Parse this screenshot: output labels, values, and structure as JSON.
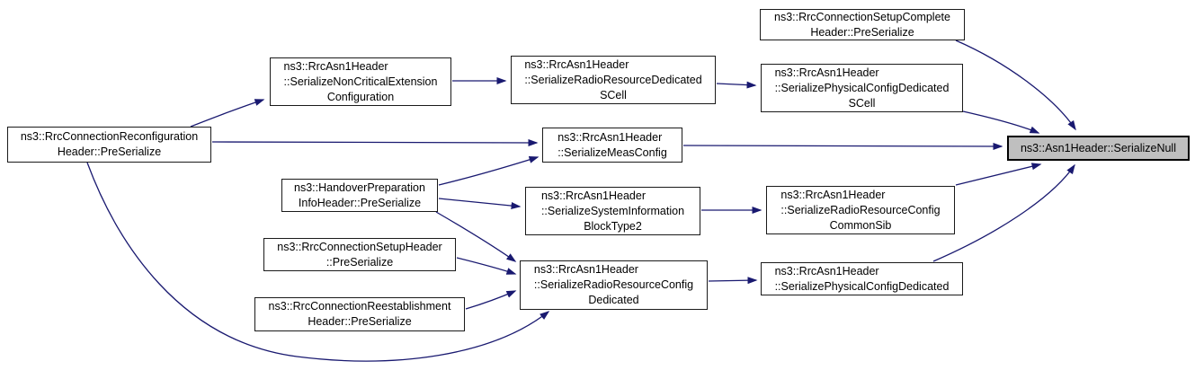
{
  "diagram": {
    "type": "doxygen-call-graph",
    "colors": {
      "edge": "#191970",
      "node_border": "#1a1a1a",
      "node_fill": "#ffffff",
      "highlight_fill": "#bfbfbf",
      "text": "#000000",
      "background": "#ffffff"
    },
    "highlighted_node": "serializenull",
    "nodes": {
      "reconfig": {
        "lines": [
          "ns3::RrcConnectionReconfiguration",
          "Header::PreSerialize"
        ]
      },
      "noncritical": {
        "lines": [
          "ns3::RrcAsn1Header",
          "::SerializeNonCriticalExtension",
          "Configuration"
        ]
      },
      "radioresdedscell": {
        "lines": [
          "ns3::RrcAsn1Header",
          "::SerializeRadioResourceDedicated",
          "SCell"
        ]
      },
      "setupcomplete": {
        "lines": [
          "ns3::RrcConnectionSetupComplete",
          "Header::PreSerialize"
        ]
      },
      "physdedscell": {
        "lines": [
          "ns3::RrcAsn1Header",
          "::SerializePhysicalConfigDedicated",
          "SCell"
        ]
      },
      "serializenull": {
        "lines": [
          "ns3::Asn1Header::SerializeNull"
        ]
      },
      "measconfig": {
        "lines": [
          "ns3::RrcAsn1Header",
          "::SerializeMeasConfig"
        ]
      },
      "handover": {
        "lines": [
          "ns3::HandoverPreparation",
          "InfoHeader::PreSerialize"
        ]
      },
      "sysinfo": {
        "lines": [
          "ns3::RrcAsn1Header",
          "::SerializeSystemInformation",
          "BlockType2"
        ]
      },
      "commonsib": {
        "lines": [
          "ns3::RrcAsn1Header",
          "::SerializeRadioResourceConfig",
          "CommonSib"
        ]
      },
      "setupheader": {
        "lines": [
          "ns3::RrcConnectionSetupHeader",
          "::PreSerialize"
        ]
      },
      "dedicated": {
        "lines": [
          "ns3::RrcAsn1Header",
          "::SerializeRadioResourceConfig",
          "Dedicated"
        ]
      },
      "physded": {
        "lines": [
          "ns3::RrcAsn1Header",
          "::SerializePhysicalConfigDedicated"
        ]
      },
      "reestablish": {
        "lines": [
          "ns3::RrcConnectionReestablishment",
          "Header::PreSerialize"
        ]
      }
    },
    "edges": [
      {
        "from": "reconfig",
        "to": "noncritical"
      },
      {
        "from": "reconfig",
        "to": "measconfig"
      },
      {
        "from": "reconfig",
        "to": "dedicated"
      },
      {
        "from": "noncritical",
        "to": "radioresdedscell"
      },
      {
        "from": "radioresdedscell",
        "to": "physdedscell"
      },
      {
        "from": "physdedscell",
        "to": "serializenull"
      },
      {
        "from": "setupcomplete",
        "to": "serializenull"
      },
      {
        "from": "measconfig",
        "to": "serializenull"
      },
      {
        "from": "handover",
        "to": "measconfig"
      },
      {
        "from": "handover",
        "to": "sysinfo"
      },
      {
        "from": "handover",
        "to": "dedicated"
      },
      {
        "from": "sysinfo",
        "to": "commonsib"
      },
      {
        "from": "commonsib",
        "to": "serializenull"
      },
      {
        "from": "setupheader",
        "to": "dedicated"
      },
      {
        "from": "reestablish",
        "to": "dedicated"
      },
      {
        "from": "dedicated",
        "to": "physded"
      },
      {
        "from": "physded",
        "to": "serializenull"
      }
    ]
  }
}
